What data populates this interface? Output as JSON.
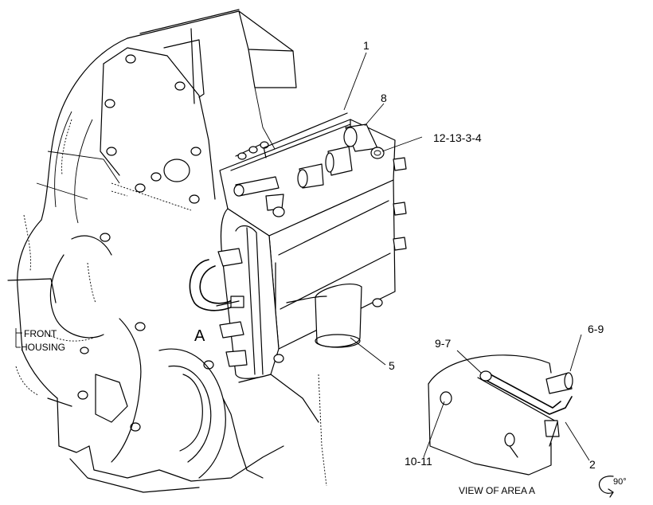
{
  "callouts": {
    "c1": "1",
    "c8": "8",
    "c12": "12-13-3-4",
    "c5": "5",
    "c97": "9-7",
    "c69": "6-9",
    "c1011": "10-11",
    "c2": "2"
  },
  "labels": {
    "area_a": "A",
    "front": "FRONT",
    "housing": "HOUSING",
    "view_area": "VIEW OF AREA A",
    "rotation": "90°"
  }
}
